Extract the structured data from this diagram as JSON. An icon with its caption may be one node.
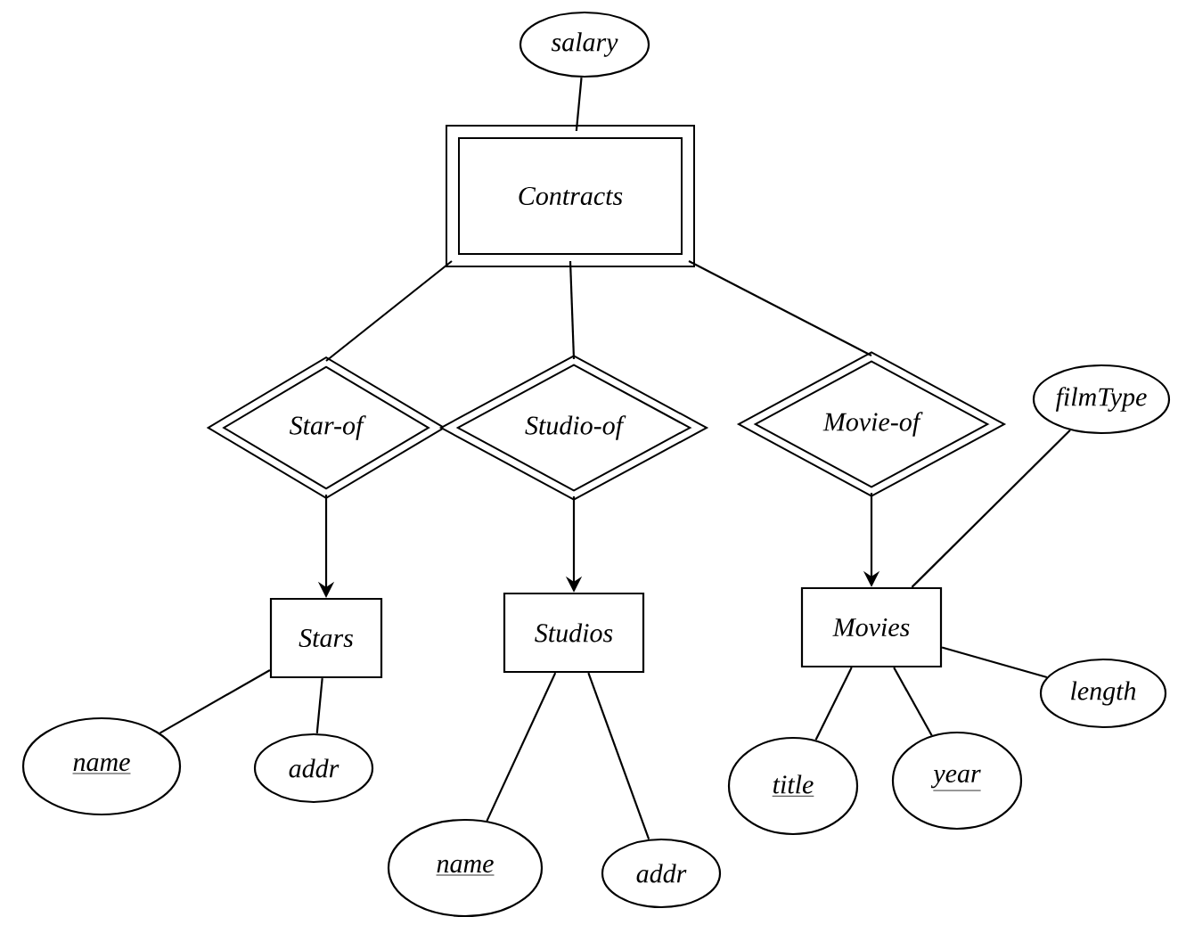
{
  "diagram": {
    "nodes": [
      {
        "text": [
          "salary"
        ]
      },
      {
        "text": [
          "Contracts"
        ]
      },
      {
        "text": [
          "Star-of"
        ]
      },
      {
        "text": [
          "Studio-of"
        ]
      },
      {
        "text": [
          "Movie-of"
        ]
      },
      {
        "text": [
          "Stars"
        ]
      },
      {
        "text": [
          "Studios"
        ]
      },
      {
        "text": [
          "Movies"
        ]
      },
      {
        "text": [
          "name"
        ]
      },
      {
        "text": [
          "addr"
        ]
      },
      {
        "text": [
          "name"
        ]
      },
      {
        "text": [
          "addr"
        ]
      },
      {
        "text": [
          "title"
        ]
      },
      {
        "text": [
          "year"
        ]
      },
      {
        "text": [
          "filmType"
        ]
      },
      {
        "text": [
          "length"
        ]
      }
    ],
    "edges": [
      {
        "from": 0,
        "to": 1,
        "arrow": "none"
      },
      {
        "from": 1,
        "to": 2,
        "arrow": "none"
      },
      {
        "from": 1,
        "to": 3,
        "arrow": "none"
      },
      {
        "from": 1,
        "to": 4,
        "arrow": "none"
      },
      {
        "from": 2,
        "to": 5,
        "arrow": "to"
      },
      {
        "from": 3,
        "to": 6,
        "arrow": "to"
      },
      {
        "from": 4,
        "to": 7,
        "arrow": "to"
      },
      {
        "from": 5,
        "to": 8,
        "arrow": "none"
      },
      {
        "from": 5,
        "to": 9,
        "arrow": "none"
      },
      {
        "from": 6,
        "to": 10,
        "arrow": "none"
      },
      {
        "from": 6,
        "to": 11,
        "arrow": "none"
      },
      {
        "from": 7,
        "to": 12,
        "arrow": "none"
      },
      {
        "from": 7,
        "to": 13,
        "arrow": "none"
      },
      {
        "from": 7,
        "to": 14,
        "arrow": "none"
      },
      {
        "from": 7,
        "to": 15,
        "arrow": "none"
      }
    ]
  }
}
